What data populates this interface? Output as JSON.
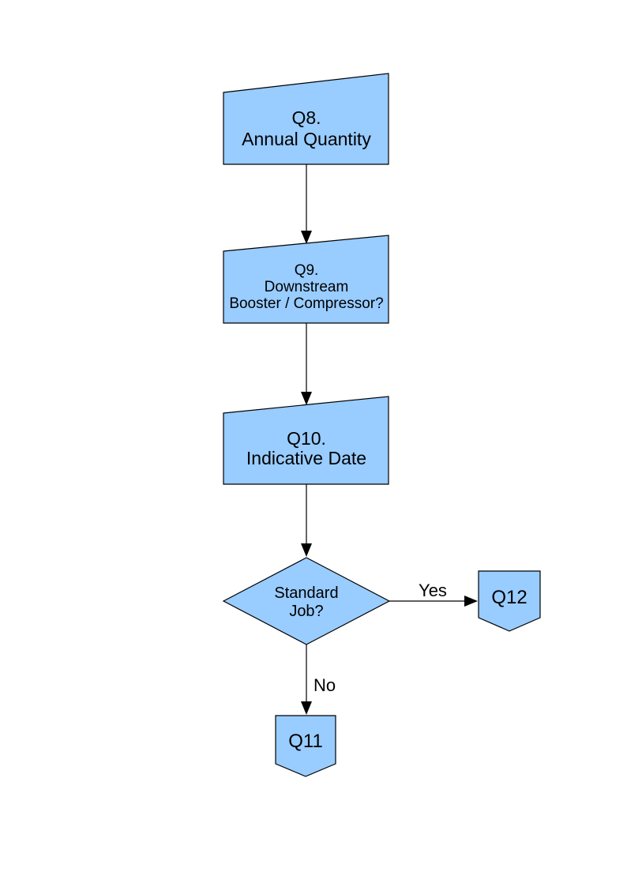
{
  "page": {
    "background": "#ffffff"
  },
  "theme": {
    "node_fill": "#99ccff",
    "node_stroke": "#000000",
    "line_color": "#000000",
    "text_color": "#000000"
  },
  "flowchart": {
    "nodes": {
      "q8": {
        "shape": "manual-input",
        "lines": [
          "Q8.",
          "Annual Quantity"
        ]
      },
      "q9": {
        "shape": "manual-input",
        "lines": [
          "Q9.",
          "Downstream",
          "Booster / Compressor?"
        ]
      },
      "q10": {
        "shape": "manual-input",
        "lines": [
          "Q10.",
          "Indicative Date"
        ]
      },
      "standard_job": {
        "shape": "decision",
        "lines": [
          "Standard",
          "Job?"
        ]
      },
      "q12": {
        "shape": "off-page-connector",
        "label": "Q12"
      },
      "q11": {
        "shape": "off-page-connector",
        "label": "Q11"
      }
    },
    "edges": [
      {
        "from": "q8",
        "to": "q9",
        "label": ""
      },
      {
        "from": "q9",
        "to": "q10",
        "label": ""
      },
      {
        "from": "q10",
        "to": "standard_job",
        "label": ""
      },
      {
        "from": "standard_job",
        "to": "q12",
        "label": "Yes"
      },
      {
        "from": "standard_job",
        "to": "q11",
        "label": "No"
      }
    ]
  }
}
